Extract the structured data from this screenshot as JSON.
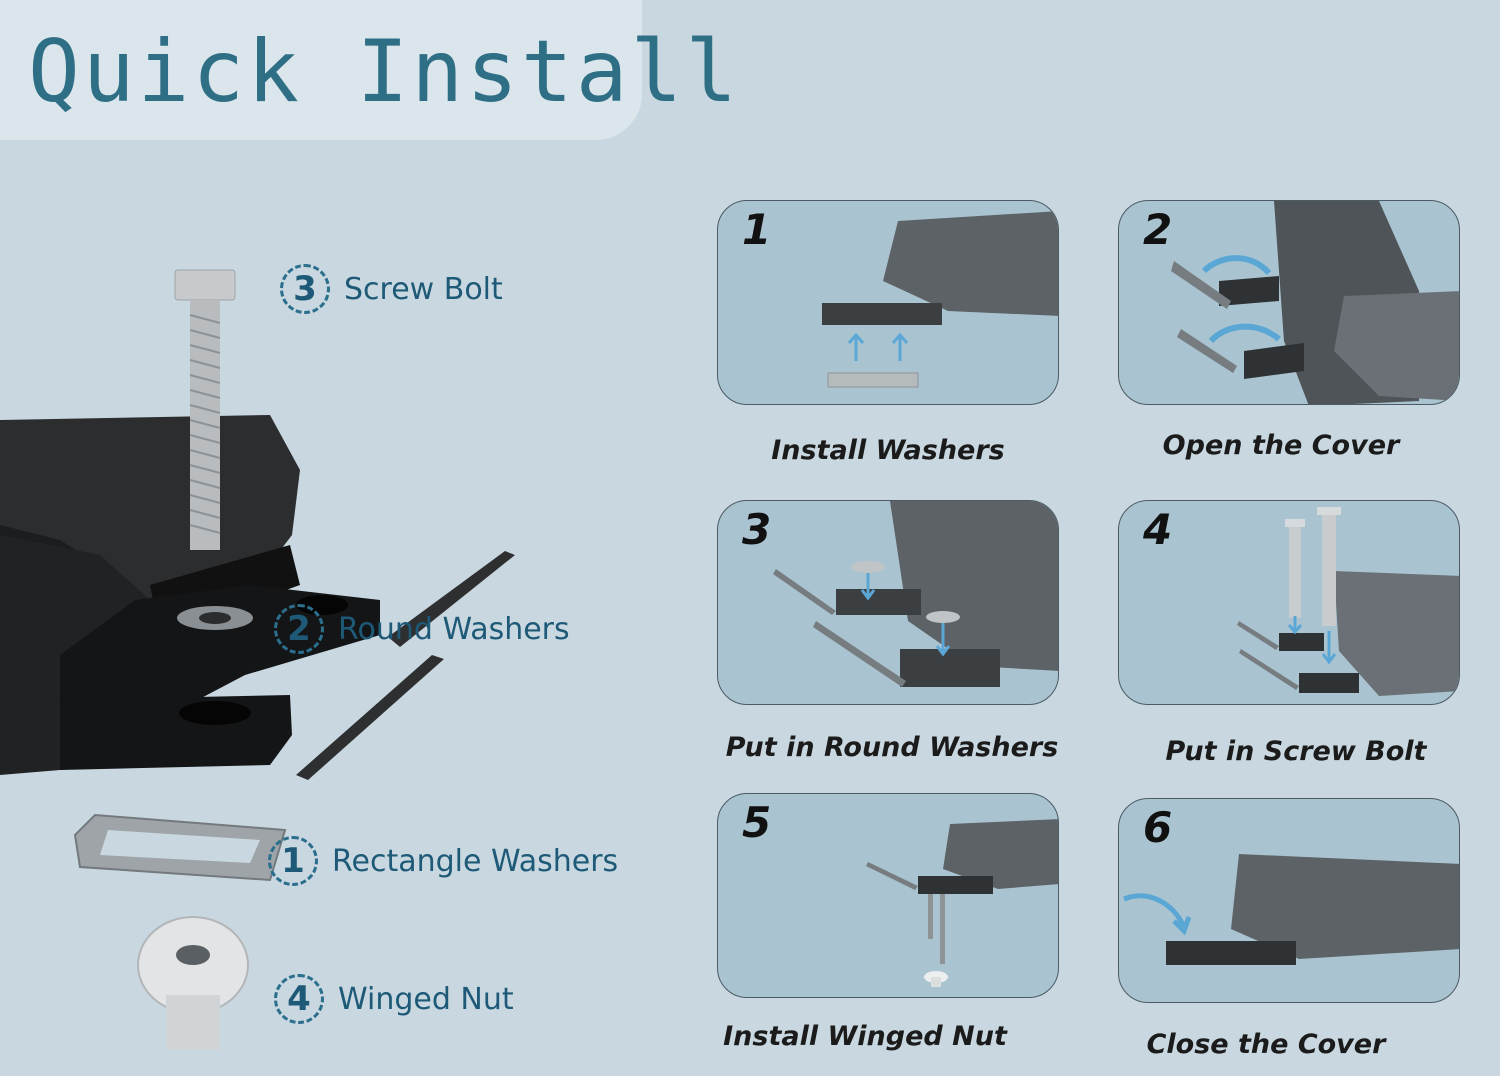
{
  "title": "Quick Install",
  "parts": [
    {
      "number": "3",
      "label": "Screw Bolt"
    },
    {
      "number": "2",
      "label": "Round Washers"
    },
    {
      "number": "1",
      "label": "Rectangle Washers"
    },
    {
      "number": "4",
      "label": "Winged Nut"
    }
  ],
  "steps": [
    {
      "number": "1",
      "caption": "Install Washers"
    },
    {
      "number": "2",
      "caption": "Open the Cover"
    },
    {
      "number": "3",
      "caption": "Put in Round Washers"
    },
    {
      "number": "4",
      "caption": "Put in Screw Bolt"
    },
    {
      "number": "5",
      "caption": "Install Winged Nut"
    },
    {
      "number": "6",
      "caption": "Close the Cover"
    }
  ],
  "colors": {
    "background": "#c9d8e0",
    "accent": "#1e5a77",
    "panel": "#a9c4d0",
    "arrow": "#5aa7d6"
  }
}
